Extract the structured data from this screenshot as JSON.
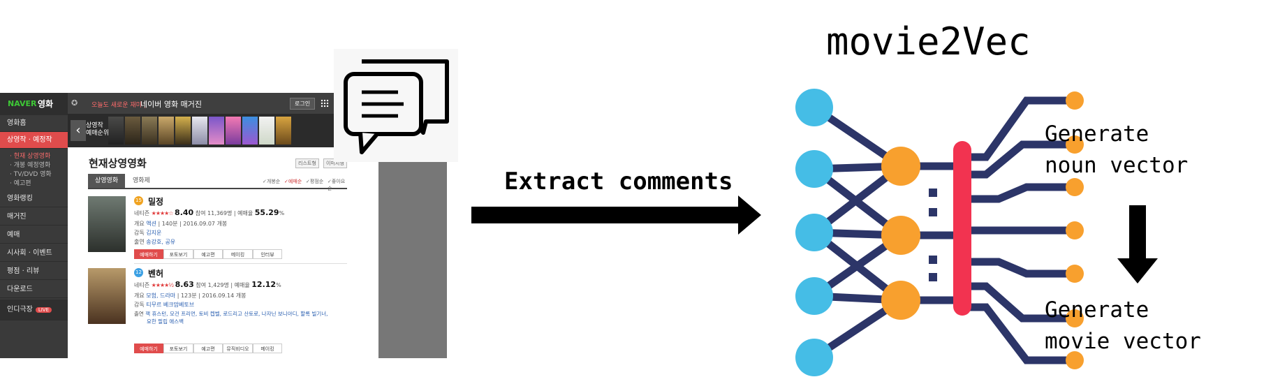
{
  "naver": {
    "logo_brand": "NAVER",
    "logo_section": "영화",
    "sidebar": {
      "items": [
        {
          "label": "영화홈"
        },
        {
          "label": "상영작 · 예정작"
        },
        {
          "label": "영화랭킹"
        },
        {
          "label": "매거진"
        },
        {
          "label": "예매"
        },
        {
          "label": "시사회 · 이벤트"
        },
        {
          "label": "평점 · 리뷰"
        },
        {
          "label": "다운로드"
        },
        {
          "label": "인디극장"
        }
      ],
      "subitems": [
        "현재 상영영화",
        "개봉 예정영화",
        "TV/DVD 영화",
        "예고편"
      ],
      "badge": "LIVE"
    },
    "topbar": {
      "tagline": "오늘도 새로운 재미 |",
      "magazine": "네이버 영화 매거진",
      "login": "로그인"
    },
    "strip_label_1": "상영작",
    "strip_label_2": "예매순위",
    "content": {
      "title": "현재상영영화",
      "view_list": "리스트형",
      "view_image": "이미지형",
      "tabs": [
        "상영영화",
        "영화제"
      ],
      "sort_options": [
        "개봉순",
        "예매순",
        "평점순",
        "좋아요순"
      ],
      "movies": [
        {
          "age": "15",
          "title": "밀정",
          "netizen_label": "네티즌",
          "rating": "8.40",
          "participants": "참여 11,369명",
          "reserve_label": "예매율",
          "reserve": "55.29",
          "percent": "%",
          "overview_label": "개요",
          "genre": "액션",
          "runtime": "140분",
          "release": "2016.09.07 개봉",
          "director_label": "감독",
          "director": "김지운",
          "cast_label": "출연",
          "cast": "송강호, 공유",
          "cast2": "",
          "buttons": [
            "예매하기",
            "포토보기",
            "예고편",
            "메이킹",
            "인터뷰"
          ]
        },
        {
          "age": "12",
          "title": "벤허",
          "netizen_label": "네티즌",
          "rating": "8.63",
          "participants": "참여 1,429명",
          "reserve_label": "예매율",
          "reserve": "12.12",
          "percent": "%",
          "overview_label": "개요",
          "genre": "모험, 드라마",
          "runtime": "123분",
          "release": "2016.09.14 개봉",
          "director_label": "감독",
          "director": "티무르 베크맘베토브",
          "cast_label": "출연",
          "cast": "잭 휴스턴, 모건 프리먼, 토비 켑벨, 로드리고 산토로, 나자닌 보니아디, 할록 빌기너,",
          "cast2": "요한 필립 애스백",
          "buttons": [
            "예매하기",
            "포토보기",
            "예고편",
            "뮤직비디오",
            "메이킹"
          ]
        }
      ]
    }
  },
  "labels": {
    "extract": "Extract comments",
    "title": "movie2Vec",
    "noun_vector": "Generate\nnoun vector",
    "movie_vector": "Generate\nmovie vector"
  },
  "colors": {
    "naver_green": "#3ec836",
    "naver_red": "#e04c4c",
    "input_node": "#45bde6",
    "hidden_node": "#f8a02e",
    "output_bar": "#f23350",
    "edge": "#2c3568"
  }
}
